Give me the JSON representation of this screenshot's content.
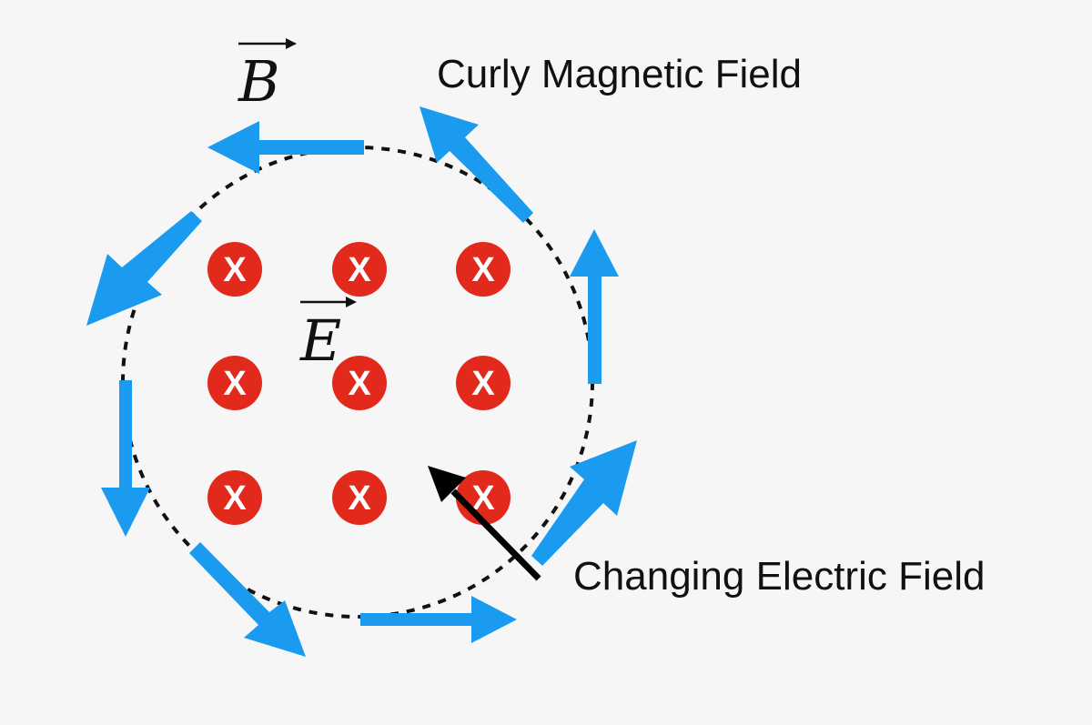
{
  "labels": {
    "b_vector": "B",
    "e_vector": "E",
    "curly_magnetic_field": "Curly Magnetic Field",
    "changing_electric_field": "Changing Electric Field",
    "into_page_mark": "X"
  },
  "colors": {
    "background": "#f6f6f6",
    "magnetic_arrow": "#1a9bf0",
    "electric_marker": "#e12a1c",
    "electric_marker_text": "#ffffff",
    "pointer_arrow": "#000000",
    "dashed_loop": "#111111"
  },
  "icons": {
    "into_page_marker": "circled-x-icon",
    "magnetic_arrow": "arrow-icon",
    "pointer_arrow": "arrow-icon"
  }
}
